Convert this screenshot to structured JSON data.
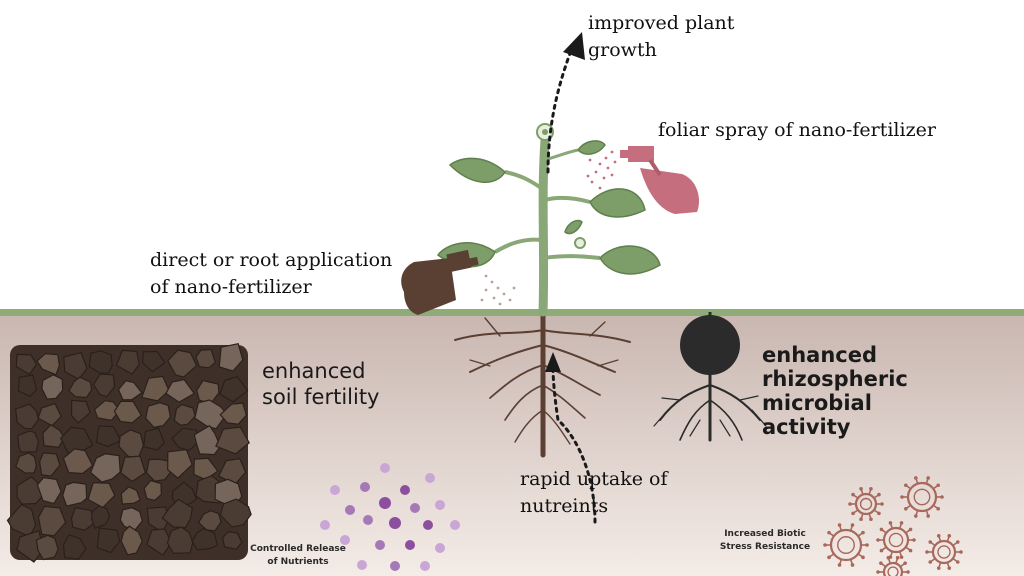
{
  "labels": {
    "improved_growth": [
      "improved plant",
      "growth"
    ],
    "foliar_spray": "foliar spray of nano-fertilizer",
    "root_application": [
      "direct or root application",
      "of nano-fertilizer"
    ],
    "soil_fertility": [
      "enhanced",
      "soil fertility"
    ],
    "microbial_activity": [
      "enhanced",
      "rhizospheric microbial",
      "activity"
    ],
    "rapid_uptake": [
      "rapid uptake of",
      "nutreints"
    ],
    "controlled_release": [
      "Controlled Release",
      "of Nutrients"
    ],
    "biotic_stress": [
      "Increased Biotic",
      "Stress Resistance"
    ]
  },
  "colors": {
    "ground_line": "#8fac78",
    "soil_top": "#c8b4ae",
    "soil_bottom": "#f3ebe6",
    "stem": "#8aa877",
    "leaf": "#7d9e68",
    "root": "#5a3f32",
    "soil_clumps": "#4a3a30",
    "foliar_bottle": "#c56f7e",
    "root_bottle": "#5a4032",
    "microbe": "#2b2b2b",
    "nanoparticle": "#8c4fa0",
    "virus": "#a8685c"
  },
  "icons": [
    "plant-icon",
    "spray-bottle-icon",
    "soil-clump-icon",
    "microbe-icon",
    "nanoparticle-icon",
    "virus-icon",
    "arrow-icon"
  ]
}
